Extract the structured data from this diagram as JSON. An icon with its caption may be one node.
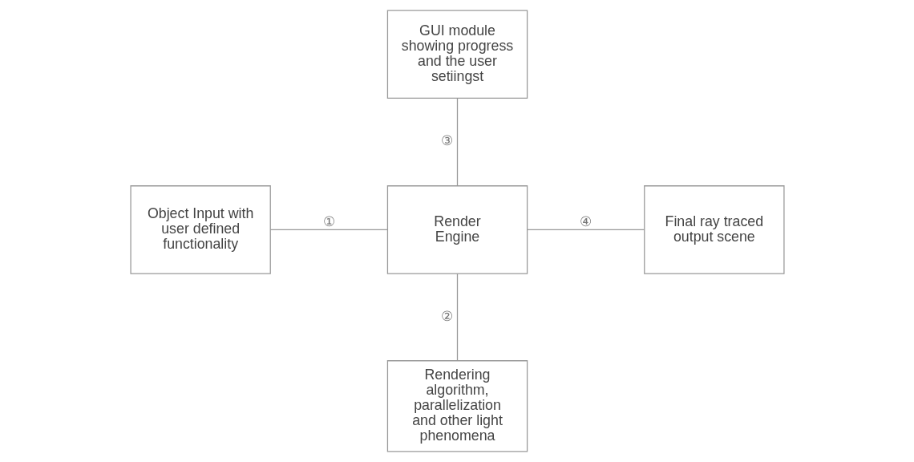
{
  "diagram": {
    "nodes": [
      {
        "text": [
          "GUI module showing progress and the user setiingst"
        ]
      },
      {
        "text": [
          "Object Input with user defined functionality"
        ]
      },
      {
        "text": [
          "Render Engine"
        ]
      },
      {
        "text": [
          "Final ray traced output scene"
        ]
      },
      {
        "text": [
          "Rendering algorithm, parallelization and other light phenomena"
        ]
      }
    ],
    "edges": [
      {
        "from": 1,
        "to": 2,
        "arrow": "none",
        "label": "①"
      },
      {
        "from": 2,
        "to": 4,
        "arrow": "none",
        "label": "②"
      },
      {
        "from": 0,
        "to": 2,
        "arrow": "none",
        "label": "③"
      },
      {
        "from": 2,
        "to": 3,
        "arrow": "none",
        "label": "④"
      }
    ]
  }
}
